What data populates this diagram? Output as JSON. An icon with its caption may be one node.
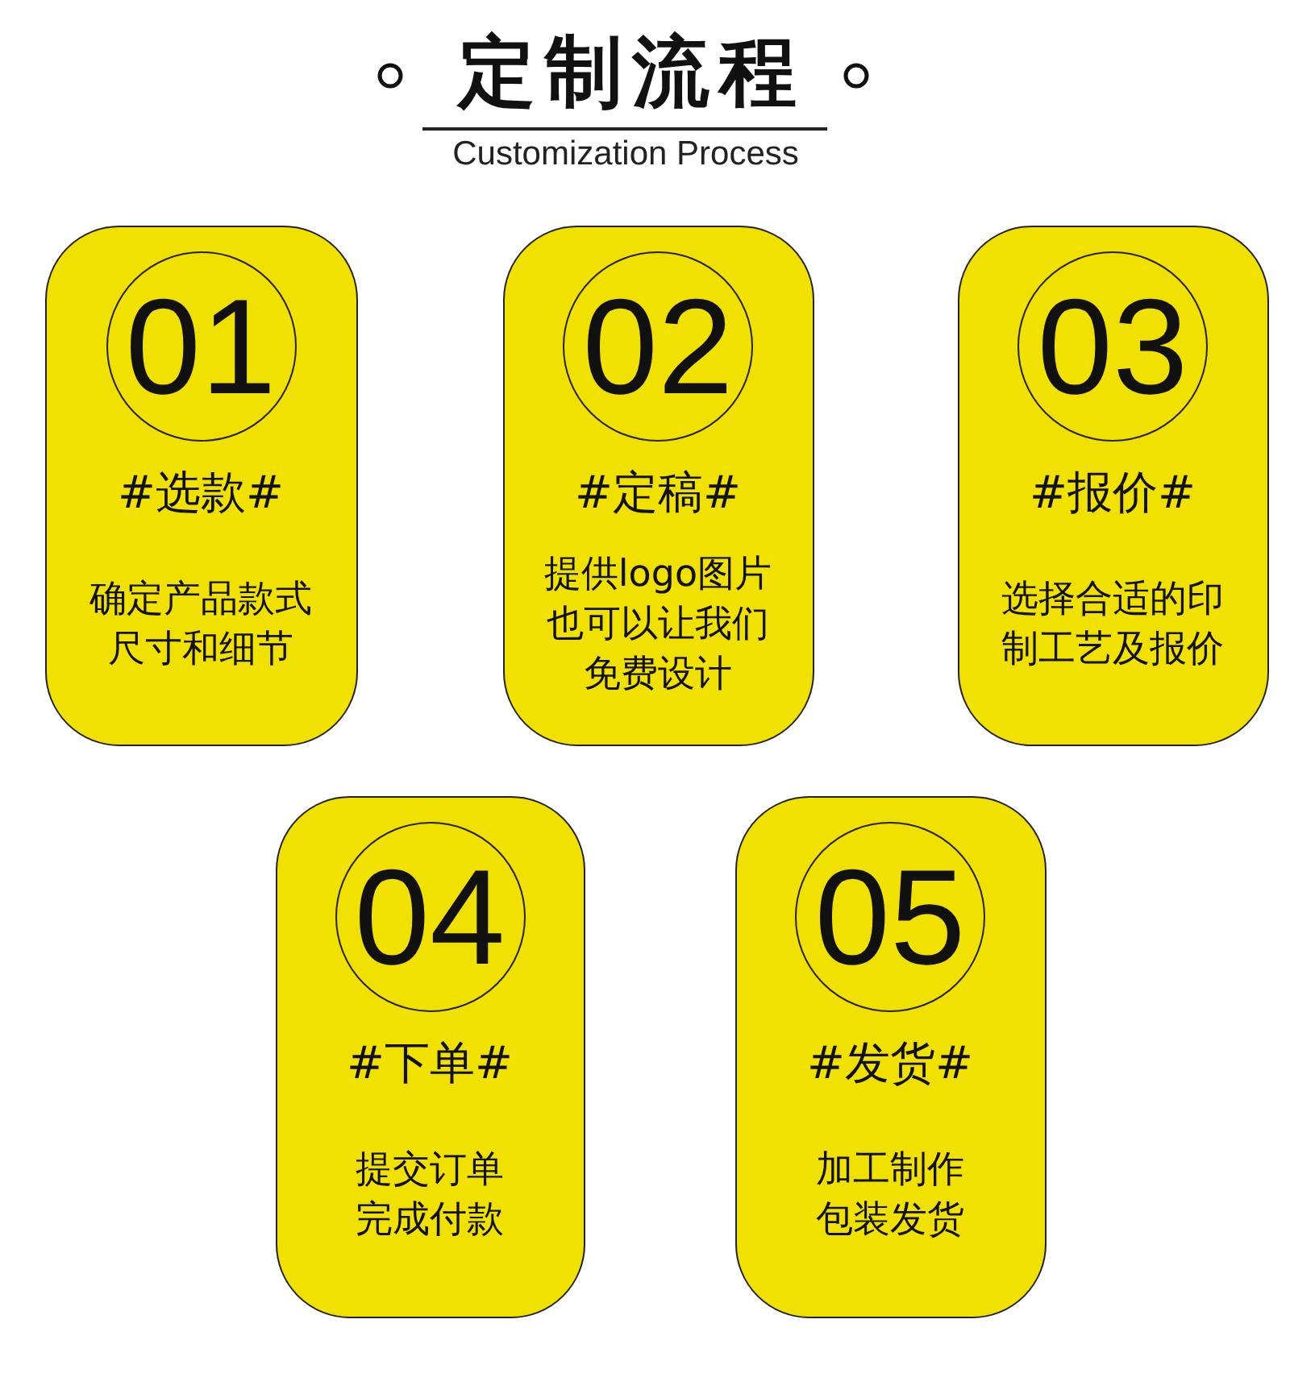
{
  "diagram": {
    "title": "定制流程",
    "nodes": [
      {
        "text": [
          "#选款#",
          "确定产品款式尺寸和细节"
        ]
      },
      {
        "text": [
          "01"
        ],
        "in": 0
      },
      {
        "text": [
          "#定稿#",
          "提供logo图片也可以让我们免费设计"
        ]
      },
      {
        "text": [
          "02"
        ],
        "in": 2
      },
      {
        "text": [
          "#报价#",
          "选择合适的印制工艺及报价"
        ]
      },
      {
        "text": [
          "03"
        ],
        "in": 4
      },
      {
        "text": [
          "#下单#",
          "提交订单完成付款"
        ]
      },
      {
        "text": [
          "04"
        ],
        "in": 6
      },
      {
        "text": [
          "#发货#",
          "加工制作包装发货"
        ]
      },
      {
        "text": [
          "05"
        ],
        "in": 8
      }
    ],
    "labels": [
      "Customization Process"
    ]
  }
}
